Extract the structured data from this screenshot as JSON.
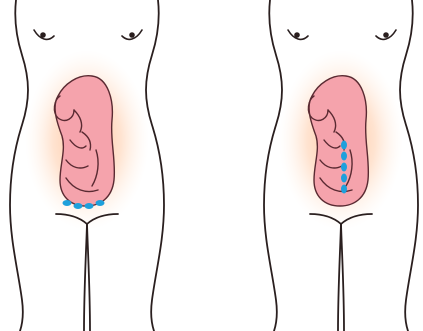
{
  "figures": [
    {
      "id": "left",
      "marker_pattern": "horizontal-arc",
      "marker_count": 4
    },
    {
      "id": "right",
      "marker_pattern": "vertical-line",
      "marker_count": 5
    }
  ],
  "colors": {
    "background": "#ffffff",
    "outline": "#2a1f1f",
    "glow": "#ff9a4d",
    "fetus_fill": "#f5a3ac",
    "fetus_stroke": "#5a2a32",
    "marker": "#1ea0dc"
  }
}
